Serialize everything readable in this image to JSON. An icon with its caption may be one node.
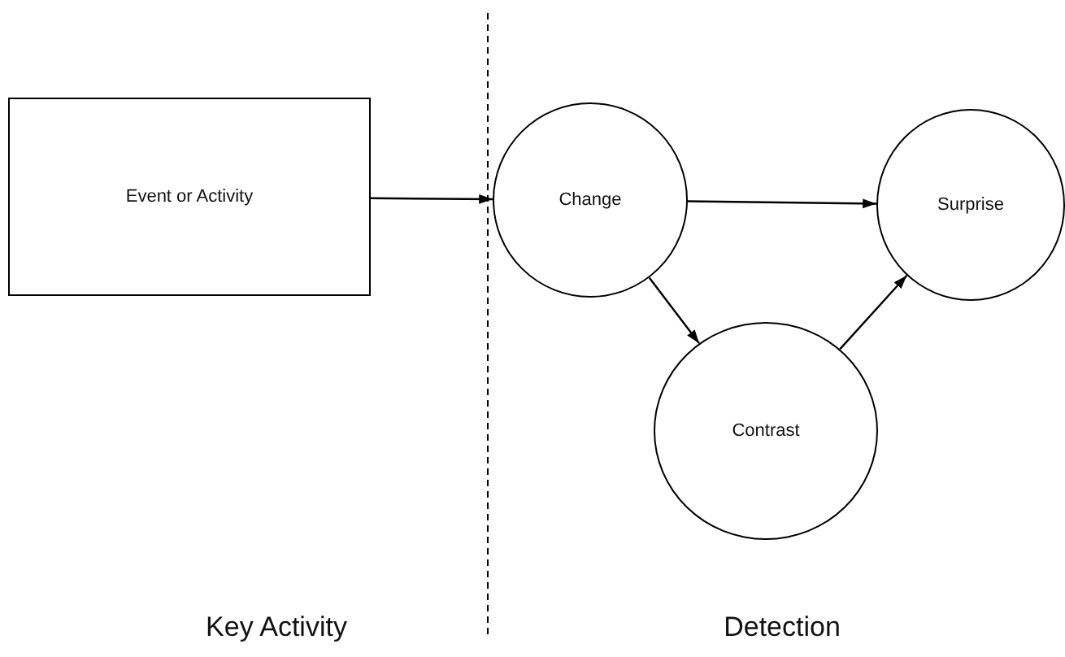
{
  "diagram": {
    "nodes": [
      {
        "text": [
          "Event or Activity"
        ]
      },
      {
        "text": [
          "Change"
        ]
      },
      {
        "text": [
          "Surprise"
        ]
      },
      {
        "text": [
          "Contrast"
        ]
      }
    ],
    "edges": [
      {
        "from": 0,
        "to": 1,
        "arrow": "to"
      },
      {
        "from": 1,
        "to": 2,
        "arrow": "to"
      },
      {
        "from": 1,
        "to": 3,
        "arrow": "to"
      },
      {
        "from": 3,
        "to": 2,
        "arrow": "to"
      }
    ],
    "labels": [
      "Key Activity",
      "Detection"
    ]
  }
}
